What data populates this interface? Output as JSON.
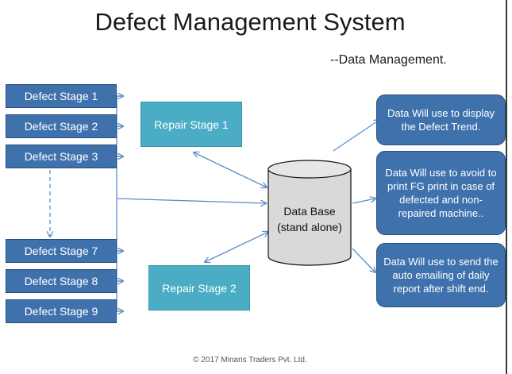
{
  "title": "Defect Management System",
  "subtitle": "--Data Management.",
  "stages": [
    "Defect Stage 1",
    "Defect Stage 2",
    "Defect Stage 3",
    "Defect Stage 7",
    "Defect Stage 8",
    "Defect Stage 9"
  ],
  "repair": [
    "Repair Stage 1",
    "Repair Stage 2"
  ],
  "database": {
    "line1": "Data Base",
    "line2": "(stand alone)"
  },
  "notes": [
    "Data Will use to display the Defect Trend.",
    "Data Will use to avoid to print FG print in case of defected and non-repaired machine..",
    "Data Will use to send the auto emailing of daily report after shift end."
  ],
  "footer": "© 2017 Minans Traders Pvt. Ltd.",
  "colors": {
    "stage_fill": "#3f72ad",
    "repair_fill": "#4bacc6",
    "connector": "#5b8fc9",
    "database_fill": "#d9d9d9"
  }
}
